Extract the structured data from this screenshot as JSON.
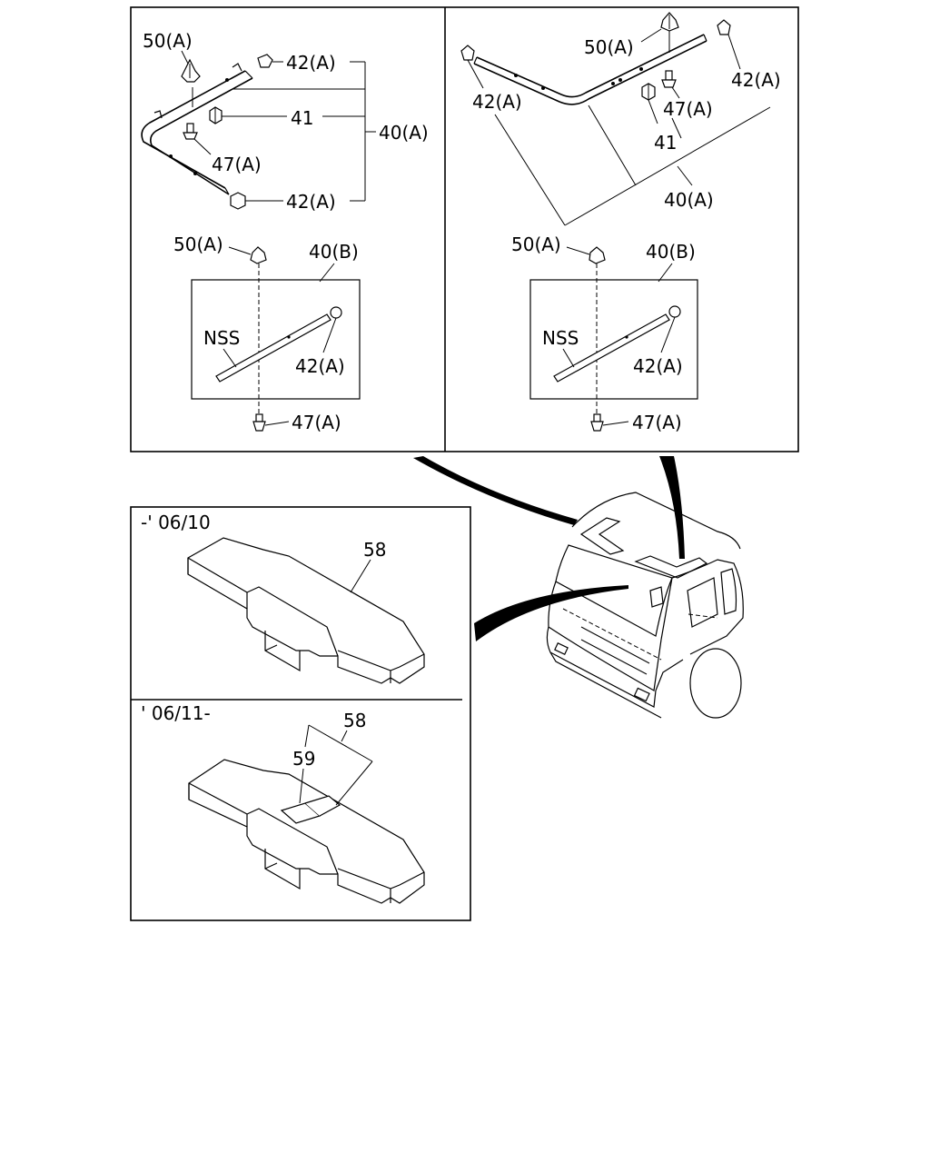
{
  "panel_top_left": {
    "labels": {
      "clip": "50(A)",
      "cap_upper": "42(A)",
      "part_41": "41",
      "assembly": "40(A)",
      "screw": "47(A)",
      "cap_lower": "42(A)"
    }
  },
  "panel_top_right": {
    "labels": {
      "clip": "50(A)",
      "cap_right": "42(A)",
      "cap_left": "42(A)",
      "screw": "47(A)",
      "part_41": "41",
      "assembly": "40(A)"
    }
  },
  "inset_left": {
    "labels": {
      "clip": "50(A)",
      "assembly": "40(B)",
      "nss": "NSS",
      "cap": "42(A)",
      "screw": "47(A)"
    }
  },
  "inset_right": {
    "labels": {
      "clip": "50(A)",
      "assembly": "40(B)",
      "nss": "NSS",
      "cap": "42(A)",
      "screw": "47(A)"
    }
  },
  "panel_bottom": {
    "upper": {
      "period": "-' 06/10",
      "part": "58"
    },
    "lower": {
      "period": "' 06/11-",
      "part_58": "58",
      "part_59": "59"
    }
  }
}
